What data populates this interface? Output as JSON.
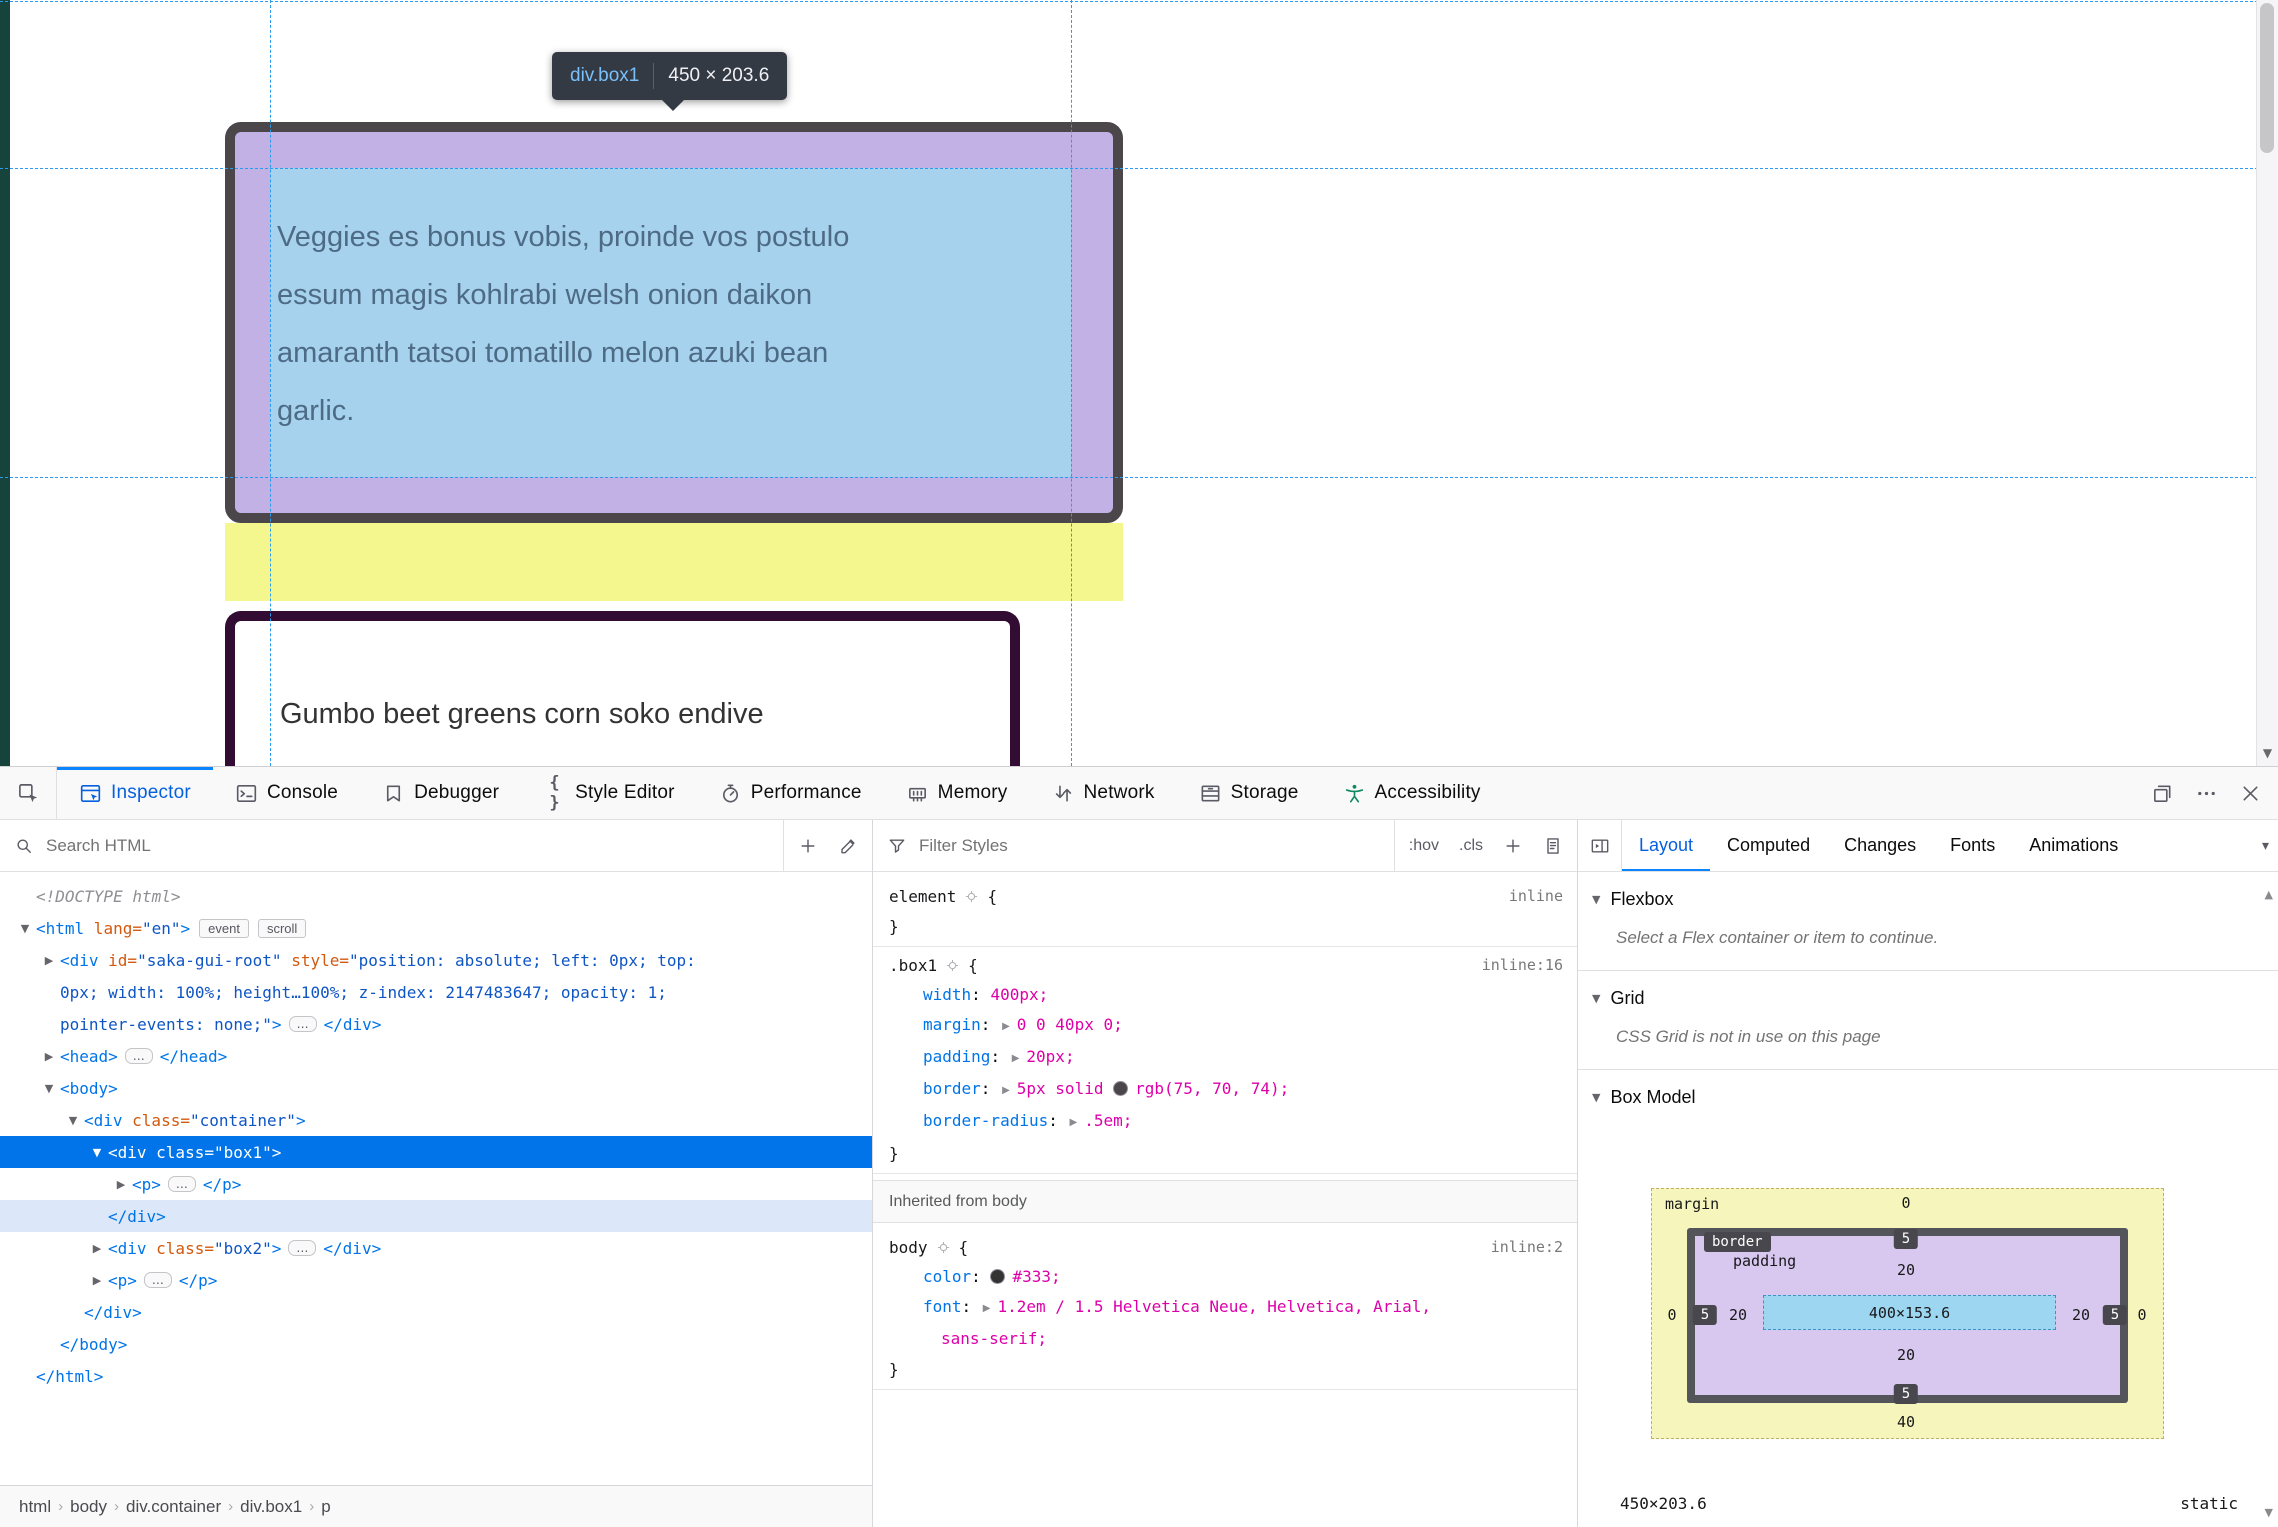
{
  "page": {
    "highlight_tooltip": {
      "tag": "div",
      "class": ".box1",
      "dims": "450 × 203.6"
    },
    "box1_text": "Veggies es bonus vobis, proinde vos postulo\nessum magis kohlrabi welsh onion daikon\namaranth tatsoi tomatillo melon azuki bean\ngarlic.",
    "box2_text": "Gumbo beet greens corn soko endive"
  },
  "toolbar": {
    "tabs": [
      {
        "id": "inspector",
        "label": "Inspector",
        "active": true
      },
      {
        "id": "console",
        "label": "Console"
      },
      {
        "id": "debugger",
        "label": "Debugger"
      },
      {
        "id": "styleeditor",
        "label": "Style Editor"
      },
      {
        "id": "performance",
        "label": "Performance"
      },
      {
        "id": "memory",
        "label": "Memory"
      },
      {
        "id": "network",
        "label": "Network"
      },
      {
        "id": "storage",
        "label": "Storage"
      },
      {
        "id": "accessibility",
        "label": "Accessibility"
      }
    ]
  },
  "markup": {
    "search_placeholder": "Search HTML",
    "rows": [
      {
        "level": 0,
        "segs": [
          [
            "doc",
            "<!DOCTYPE html>"
          ]
        ]
      },
      {
        "level": 0,
        "arrow": "open",
        "segs": [
          [
            "tag",
            "<html"
          ],
          [
            "attr",
            " lang="
          ],
          [
            "val",
            "\"en\""
          ],
          [
            "tag",
            ">"
          ],
          [
            "badge",
            "event"
          ],
          [
            "badge",
            "scroll"
          ]
        ]
      },
      {
        "level": 1,
        "arrow": "closed",
        "segs": [
          [
            "tag",
            "<div"
          ],
          [
            "attr",
            " id="
          ],
          [
            "val",
            "\"saka-gui-root\""
          ],
          [
            "attr",
            " style="
          ],
          [
            "val",
            "\"position: absolute; left: 0px; top:"
          ]
        ]
      },
      {
        "level": 1,
        "segs": [
          [
            "val",
            "0px; width: 100%; height…100%; z-index: 2147483647; opacity: 1;"
          ]
        ]
      },
      {
        "level": 1,
        "segs": [
          [
            "val",
            "pointer-events: none;\""
          ],
          [
            "tag",
            ">"
          ],
          [
            "ell",
            "…"
          ],
          [
            "tag",
            "</div>"
          ]
        ]
      },
      {
        "level": 1,
        "arrow": "closed",
        "segs": [
          [
            "tag",
            "<head>"
          ],
          [
            "ell",
            "…"
          ],
          [
            "tag",
            "</head>"
          ]
        ]
      },
      {
        "level": 1,
        "arrow": "open",
        "segs": [
          [
            "tag",
            "<body>"
          ]
        ]
      },
      {
        "level": 2,
        "arrow": "open",
        "segs": [
          [
            "tag",
            "<div"
          ],
          [
            "attr",
            " class="
          ],
          [
            "val",
            "\"container\""
          ],
          [
            "tag",
            ">"
          ]
        ]
      },
      {
        "level": 3,
        "arrow": "open",
        "state": "selected",
        "segs": [
          [
            "tag",
            "<div"
          ],
          [
            "attr",
            " class="
          ],
          [
            "val",
            "\"box1\""
          ],
          [
            "tag",
            ">"
          ]
        ]
      },
      {
        "level": 4,
        "arrow": "closed",
        "segs": [
          [
            "tag",
            "<p>"
          ],
          [
            "ell",
            "…"
          ],
          [
            "tag",
            "</p>"
          ]
        ]
      },
      {
        "level": 3,
        "state": "closer",
        "segs": [
          [
            "tag",
            "</div>"
          ]
        ]
      },
      {
        "level": 3,
        "arrow": "closed",
        "segs": [
          [
            "tag",
            "<div"
          ],
          [
            "attr",
            " class="
          ],
          [
            "val",
            "\"box2\""
          ],
          [
            "tag",
            ">"
          ],
          [
            "ell",
            "…"
          ],
          [
            "tag",
            "</div>"
          ]
        ]
      },
      {
        "level": 3,
        "arrow": "closed",
        "segs": [
          [
            "tag",
            "<p>"
          ],
          [
            "ell",
            "…"
          ],
          [
            "tag",
            "</p>"
          ]
        ]
      },
      {
        "level": 2,
        "segs": [
          [
            "tag",
            "</div>"
          ]
        ]
      },
      {
        "level": 1,
        "segs": [
          [
            "tag",
            "</body>"
          ]
        ]
      },
      {
        "level": 0,
        "segs": [
          [
            "tag",
            "</html>"
          ]
        ]
      }
    ],
    "breadcrumbs": [
      "html",
      "body",
      "div.container",
      "div.box1",
      "p"
    ]
  },
  "rules": {
    "filter_placeholder": "Filter Styles",
    "pseudo_label": ":hov",
    "class_label": ".cls",
    "sections": [
      {
        "type": "rule",
        "selector": "element",
        "location": "inline",
        "props": []
      },
      {
        "type": "rule",
        "selector": ".box1",
        "location": "inline:16",
        "props": [
          {
            "name": "width",
            "value": [
              [
                "t",
                "400px;"
              ]
            ]
          },
          {
            "name": "margin",
            "expand": true,
            "value": [
              [
                "t",
                "0 0 40px 0;"
              ]
            ]
          },
          {
            "name": "padding",
            "expand": true,
            "value": [
              [
                "t",
                "20px;"
              ]
            ]
          },
          {
            "name": "border",
            "expand": true,
            "value": [
              [
                "t",
                "5px solid "
              ],
              [
                "sw",
                "#4b464a"
              ],
              [
                "t",
                "rgb(75, 70, 74);"
              ]
            ]
          },
          {
            "name": "border-radius",
            "expand": true,
            "value": [
              [
                "t",
                ".5em;"
              ]
            ]
          }
        ]
      },
      {
        "type": "header",
        "label": "Inherited from body"
      },
      {
        "type": "rule",
        "selector": "body",
        "location": "inline:2",
        "props": [
          {
            "name": "color",
            "value": [
              [
                "sw",
                "#333333"
              ],
              [
                "t",
                "#333;"
              ]
            ]
          },
          {
            "name": "font",
            "expand": true,
            "value": [
              [
                "t",
                "1.2em / 1.5 Helvetica Neue, Helvetica, Arial,"
              ],
              [
                "br"
              ],
              [
                "t",
                "sans-serif;"
              ]
            ]
          }
        ]
      }
    ]
  },
  "layout": {
    "tabs": [
      {
        "id": "layout",
        "label": "Layout",
        "active": true
      },
      {
        "id": "computed",
        "label": "Computed"
      },
      {
        "id": "changes",
        "label": "Changes"
      },
      {
        "id": "fonts",
        "label": "Fonts"
      },
      {
        "id": "animations",
        "label": "Animations"
      }
    ],
    "flexbox": {
      "title": "Flexbox",
      "message": "Select a Flex container or item to continue."
    },
    "grid": {
      "title": "Grid",
      "message": "CSS Grid is not in use on this page"
    },
    "boxmodel": {
      "title": "Box Model",
      "labels": {
        "margin": "margin",
        "border": "border",
        "padding": "padding"
      },
      "content": "400×153.6",
      "values": {
        "margin_top": "0",
        "margin_right": "0",
        "margin_bottom": "40",
        "margin_left": "0",
        "border_top": "5",
        "border_right": "5",
        "border_bottom": "5",
        "border_left": "5",
        "padding_top": "20",
        "padding_right": "20",
        "padding_bottom": "20",
        "padding_left": "20"
      },
      "dims": "450×203.6",
      "position": "static"
    }
  }
}
